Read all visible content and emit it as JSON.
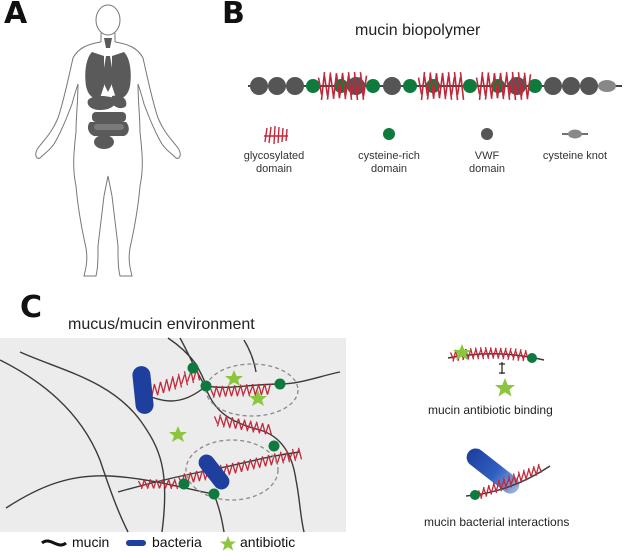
{
  "panels": {
    "a": {
      "letter": "A"
    },
    "b": {
      "letter": "B",
      "title": "mucin biopolymer",
      "legend": [
        {
          "icon": "glycosylated-domain-icon",
          "label": "glycosylated\ndomain"
        },
        {
          "icon": "cysteine-rich-domain-icon",
          "label": "cysteine-rich\ndomain"
        },
        {
          "icon": "vwf-domain-icon",
          "label": "VWF\ndomain"
        },
        {
          "icon": "cysteine-knot-icon",
          "label": "cysteine knot"
        }
      ]
    },
    "c": {
      "letter": "C",
      "title": "mucus/mucin environment",
      "captions": {
        "binding": "mucin antibiotic binding",
        "interactions": "mucin bacterial interactions"
      },
      "legend": [
        {
          "icon": "mucin-icon",
          "label": "mucin"
        },
        {
          "icon": "bacteria-icon",
          "label": "bacteria"
        },
        {
          "icon": "antibiotic-icon",
          "label": "antibiotic"
        }
      ]
    }
  },
  "colors": {
    "glycan_red": "#c0283a",
    "cysteine_green": "#0f7a3e",
    "vwf_gray": "#555555",
    "bacteria_blue": "#1f3f9e",
    "antibiotic_green": "#8cc63f",
    "body_gray": "#5a5a5a",
    "environment_bg": "#ececec"
  }
}
